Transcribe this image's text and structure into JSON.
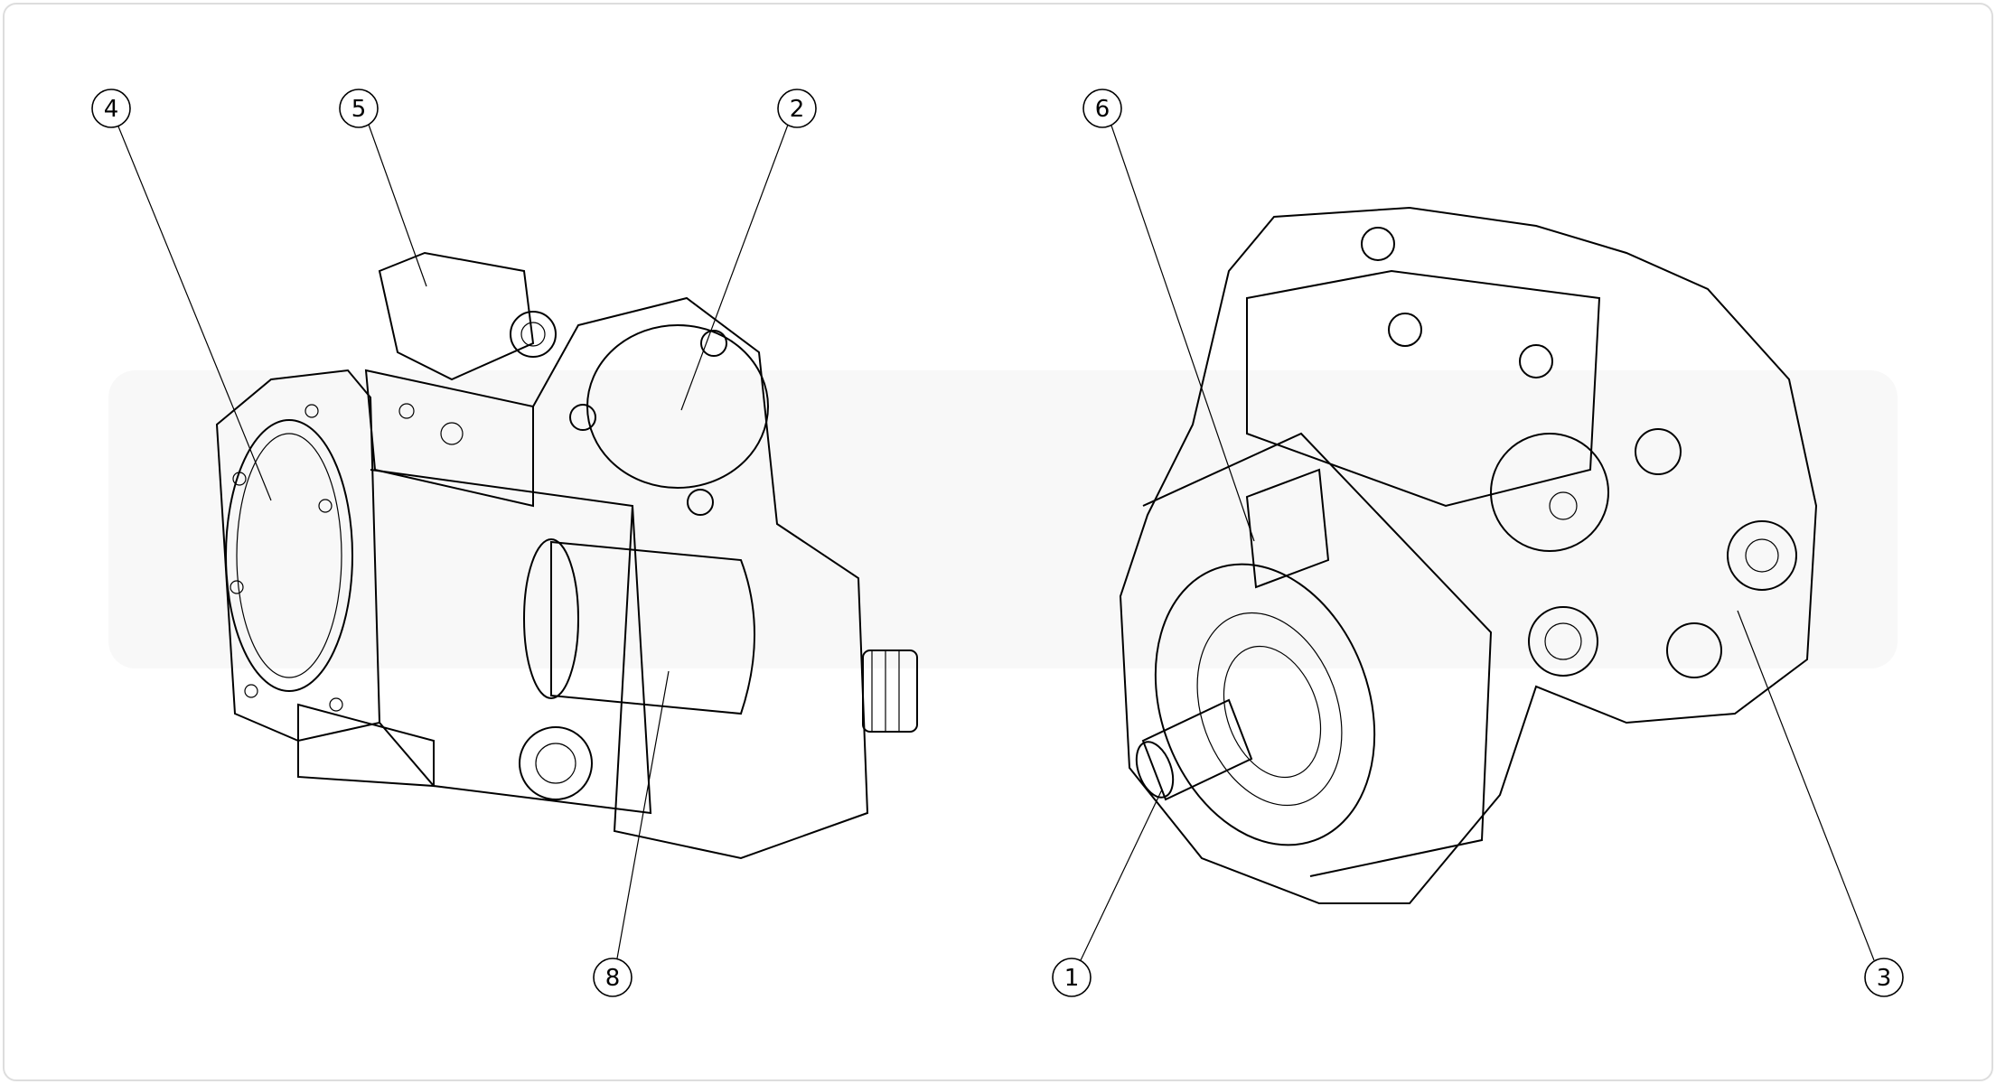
{
  "drawing": {
    "balloons": [
      {
        "id": "4",
        "label": "4"
      },
      {
        "id": "5",
        "label": "5"
      },
      {
        "id": "2",
        "label": "2"
      },
      {
        "id": "6",
        "label": "6"
      },
      {
        "id": "8",
        "label": "8"
      },
      {
        "id": "1",
        "label": "1"
      },
      {
        "id": "3",
        "label": "3"
      }
    ]
  }
}
